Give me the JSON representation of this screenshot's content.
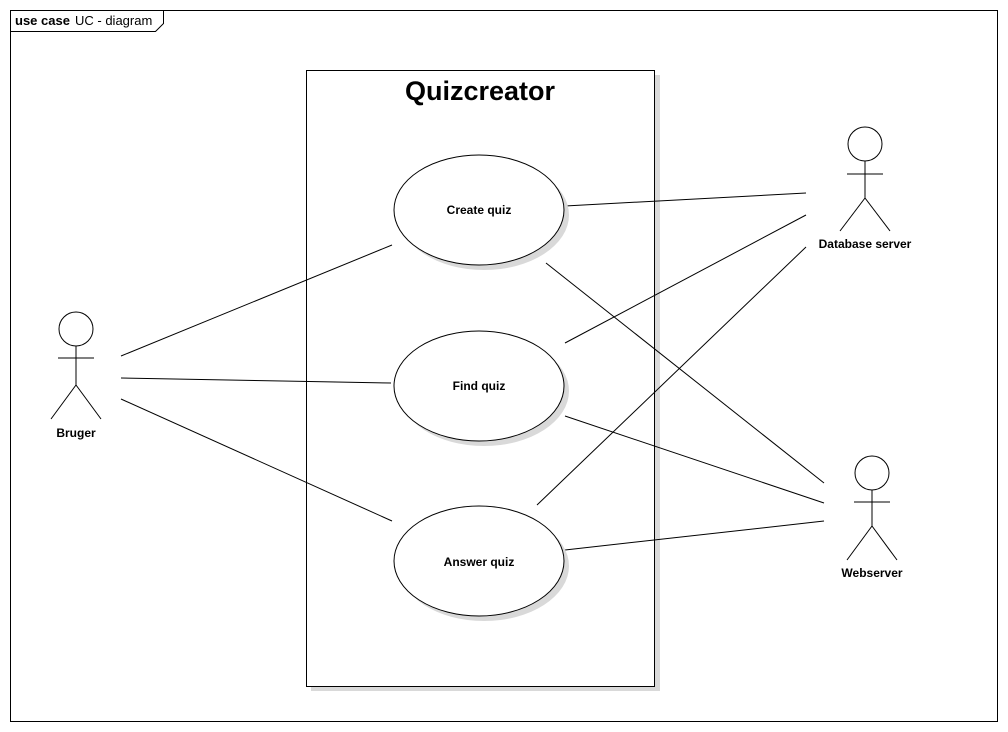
{
  "frame": {
    "keyword": "use case",
    "name": "UC - diagram"
  },
  "system": {
    "title": "Quizcreator"
  },
  "use_cases": [
    {
      "id": "create",
      "label": "Create quiz"
    },
    {
      "id": "find",
      "label": "Find quiz"
    },
    {
      "id": "answer",
      "label": "Answer quiz"
    }
  ],
  "actors": [
    {
      "id": "bruger",
      "label": "Bruger"
    },
    {
      "id": "database",
      "label": "Database server"
    },
    {
      "id": "webserver",
      "label": "Webserver"
    }
  ],
  "associations": [
    {
      "from": "bruger",
      "to": "create"
    },
    {
      "from": "bruger",
      "to": "find"
    },
    {
      "from": "bruger",
      "to": "answer"
    },
    {
      "from": "create",
      "to": "database"
    },
    {
      "from": "find",
      "to": "database"
    },
    {
      "from": "answer",
      "to": "database"
    },
    {
      "from": "create",
      "to": "webserver"
    },
    {
      "from": "find",
      "to": "webserver"
    },
    {
      "from": "answer",
      "to": "webserver"
    }
  ]
}
